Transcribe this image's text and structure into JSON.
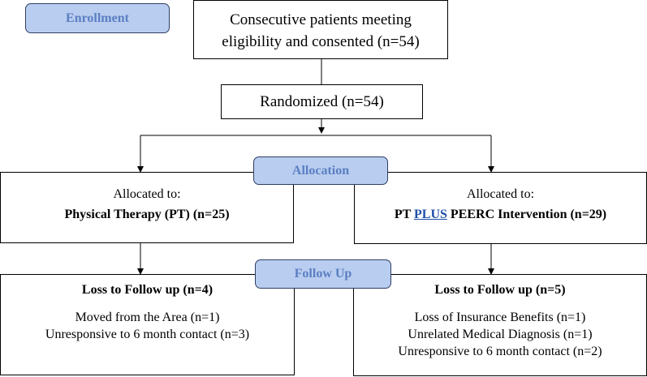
{
  "stages": {
    "enrollment": "Enrollment",
    "allocation": "Allocation",
    "follow_up": "Follow Up"
  },
  "screening": {
    "line1": "Consecutive patients meeting",
    "line2": "eligibility and consented (n=54)"
  },
  "randomized": "Randomized (n=54)",
  "allocation_left": {
    "heading": "Allocated to:",
    "group": "Physical Therapy (PT) (n=25)"
  },
  "allocation_right": {
    "heading": "Allocated to:",
    "group_prefix": "PT ",
    "group_plus": "PLUS",
    "group_suffix": " PEERC Intervention (n=29)"
  },
  "followup_left": {
    "heading": "Loss to Follow up (n=4)",
    "reasons": [
      "Moved from the Area (n=1)",
      "Unresponsive to 6 month contact (n=3)"
    ]
  },
  "followup_right": {
    "heading": "Loss to Follow up (n=5)",
    "reasons": [
      "Loss of Insurance Benefits (n=1)",
      "Unrelated Medical Diagnosis (n=1)",
      "Unresponsive to 6 month contact (n=2)"
    ]
  },
  "colors": {
    "stage_fill": "#b9cdf0",
    "stage_text": "#5b7fc2",
    "plus_text": "#1f4fa8"
  }
}
